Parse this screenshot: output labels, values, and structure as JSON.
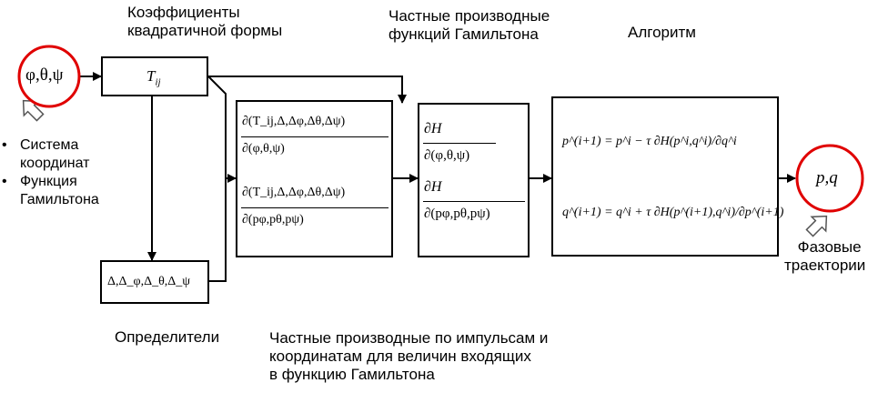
{
  "labels": {
    "coefficients": [
      "Коэффициенты",
      "квадратичной формы"
    ],
    "hamilton_partials": [
      "Частные производные",
      "функций Гамильтона"
    ],
    "algorithm": "Алгоритм",
    "determinants": "Определители",
    "momenta_partials": [
      "Частные производные по импульсам и",
      "координатам для величин входящих",
      "в функцию Гамильтона"
    ],
    "phase": [
      "Фазовые",
      "траектории"
    ]
  },
  "input_bullets": [
    "Система координат",
    "Функция Гамильтона"
  ],
  "input_node": "φ,θ,ψ",
  "output_node": "p,q",
  "tij_box": "T",
  "tij_sub": "ij",
  "det_box": "Δ,Δ_φ,Δ_θ,Δ_ψ",
  "partials_box": {
    "num1": "∂(T_ij,Δ,Δφ,Δθ,Δψ)",
    "den1": "∂(φ,θ,ψ)",
    "num2": "∂(T_ij,Δ,Δφ,Δθ,Δψ)",
    "den2": "∂(pφ,pθ,pψ)"
  },
  "hamilton_box": {
    "num1": "∂H",
    "den1": "∂(φ,θ,ψ)",
    "num2": "∂H",
    "den2": "∂(pφ,pθ,pψ)"
  },
  "algorithm_box": {
    "eq1": "p^(i+1) = p^i − τ ∂H(p^i,q^i)/∂q^i",
    "eq2": "q^(i+1) = q^i + τ ∂H(p^(i+1),q^i)/∂p^(i+1)"
  },
  "colors": {
    "accent": "#e00000",
    "ink": "#000000",
    "arrow_fill": "#ffffff"
  }
}
